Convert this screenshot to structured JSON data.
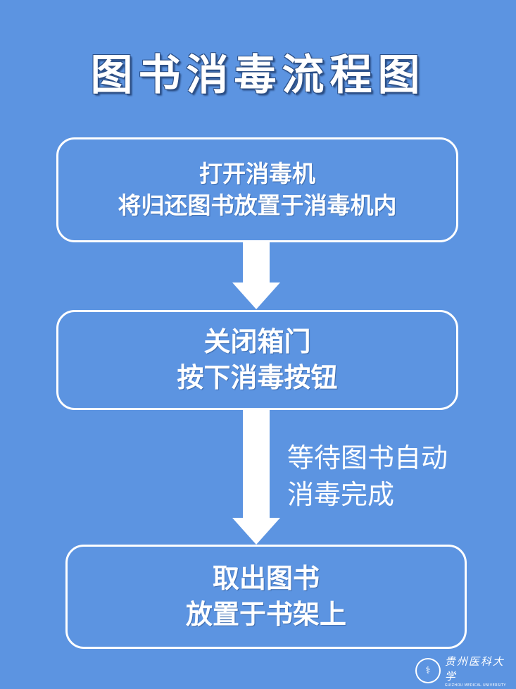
{
  "title": "图书消毒流程图",
  "steps": [
    {
      "lines": [
        "打开消毒机",
        "将归还图书放置于消毒机内"
      ]
    },
    {
      "lines": [
        "关闭箱门",
        "按下消毒按钮"
      ]
    },
    {
      "lines": [
        "取出图书",
        "放置于书架上"
      ]
    }
  ],
  "side_note": {
    "lines": [
      "等待图书自动",
      "消毒完成"
    ]
  },
  "logo": {
    "name_cn": "贵州医科大学",
    "name_en": "GUIZHOU MEDICAL UNIVERSITY",
    "icon": "university-seal-icon"
  },
  "colors": {
    "background": "#5c94e1",
    "foreground": "#ffffff"
  }
}
